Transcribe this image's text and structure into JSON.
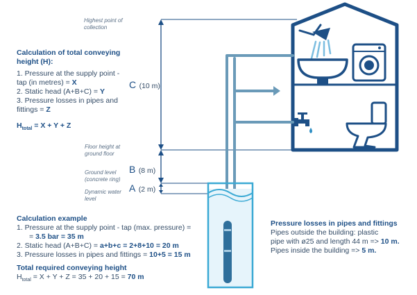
{
  "labels": {
    "highest_point": [
      "Highest point of",
      "collection"
    ],
    "floor_height": [
      "Floor height at",
      "ground floor"
    ],
    "ground_level": [
      "Ground level",
      "(concrete ring)"
    ],
    "dynamic_water": [
      "Dynamic water",
      "level"
    ]
  },
  "heights": {
    "c": {
      "letter": "C",
      "value": "(10 m)"
    },
    "b": {
      "letter": "B",
      "value": "(8 m)"
    },
    "a": {
      "letter": "A",
      "value": "(2 m)"
    }
  },
  "calc_total": {
    "title": [
      "Calculation of total conveying",
      "height (H):"
    ],
    "line1a": "1. Pressure at the supply point -",
    "line1b_pre": "tap (in metres) = ",
    "line1b_val": "X",
    "line2_pre": "2. Static head (A+B+C) = ",
    "line2_val": "Y",
    "line3a": "3. Pressure losses in pipes and",
    "line3b_pre": "fittings = ",
    "line3b_val": "Z",
    "formula_h": "H",
    "formula_sub": "total",
    "formula_rest": " = X + Y + Z"
  },
  "example": {
    "title": "Calculation example",
    "line1a": "1. Pressure at the supply point - tap (max. pressure) =",
    "line1b_pre": "= ",
    "line1b_val": "3.5 bar = 35 m",
    "line2_pre": "2. Static head (A+B+C) = ",
    "line2_val": "a+b+c = 2+8+10 = 20 m",
    "line3_pre": "3. Pressure losses in pipes and fittings = ",
    "line3_val": "10+5 = 15 m",
    "total_title": "Total required conveying height",
    "total_h": "H",
    "total_sub": "total",
    "total_pre": " = X + Y + Z = 35 + 20 + 15 = ",
    "total_val": "70 m"
  },
  "losses": {
    "title": "Pressure losses in pipes and fittings",
    "line1": "Pipes outside the building: plastic",
    "line2_pre": "pipe with ø25 and length 44 m => ",
    "line2_val": "10 m.",
    "line3_pre": "Pipes inside the building => ",
    "line3_val": "5 m."
  },
  "colors": {
    "navy": "#1d4f86",
    "pipe": "#6a9ab8",
    "water": "#3aa9d4",
    "text": "#334b66"
  },
  "icons": [
    "house-icon",
    "shower-icon",
    "sink-icon",
    "washing-machine-icon",
    "tap-icon",
    "toilet-icon",
    "submersible-pump-icon",
    "well-icon"
  ]
}
